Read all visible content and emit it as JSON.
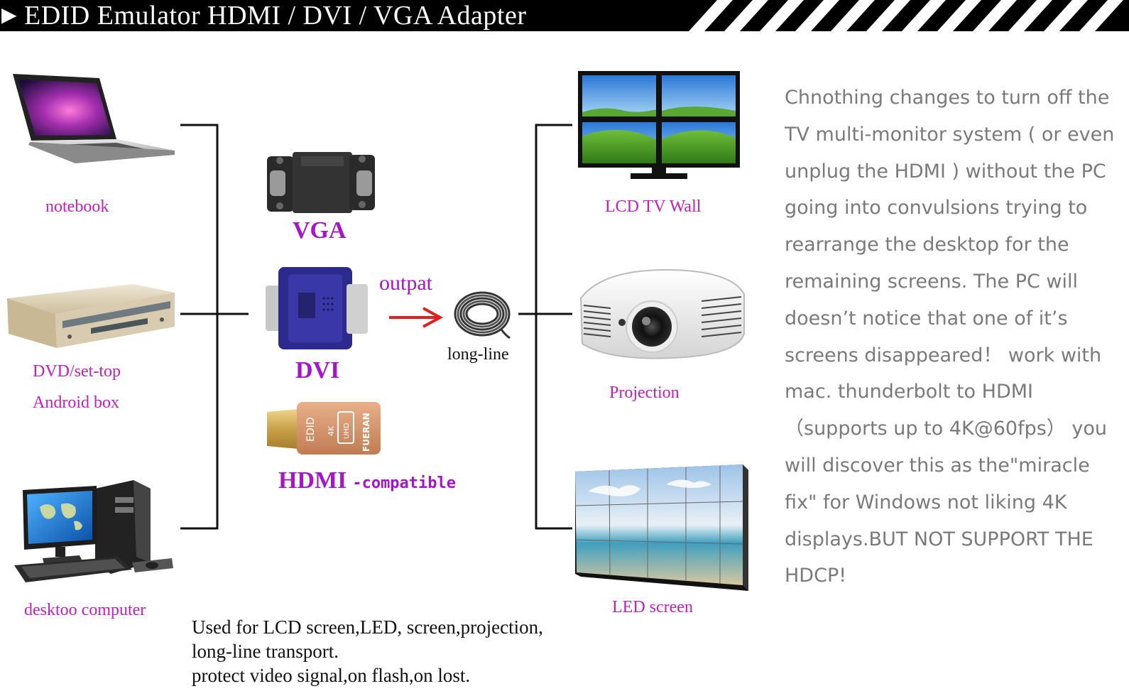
{
  "header": {
    "title": "EDID Emulator HDMI / DVI / VGA  Adapter",
    "arrow_icon": "play-triangle-icon"
  },
  "sources": [
    {
      "label": "notebook",
      "icon": "laptop-icon"
    },
    {
      "label_line1": "DVD/set-top",
      "label_line2": "Android box",
      "icon": "dvd-player-icon"
    },
    {
      "label": "desktoo computer",
      "icon": "desktop-computer-icon"
    }
  ],
  "adapters": {
    "vga": "VGA",
    "dvi": "DVI",
    "hdmi": "HDMI",
    "hdmi_suffix": "-compatible",
    "hdmi_plug_marks": [
      "EDID",
      "4K",
      "UHD",
      "FUERAN"
    ]
  },
  "transport": {
    "arrow_label": "outpat",
    "cable_label": "long-line",
    "arrow_color": "#e02020"
  },
  "displays": [
    {
      "label": "LCD TV Wall",
      "icon": "tv-wall-icon"
    },
    {
      "label": "Projection",
      "icon": "projector-icon"
    },
    {
      "label": "LED screen",
      "icon": "led-video-wall-icon"
    }
  ],
  "description": "Chnothing changes to turn off the TV multi-monitor system ( or even unplug the HDMI ) without the PC going into convulsions trying to rearrange the desktop for the remaining screens. The PC will doesn’t notice that one of it’s screens disappeared！ work with mac. thunderbolt to HDMI （supports up to 4K@60fps） you will discover this as the\"miracle fix\" for Windows not liking 4K displays.BUT NOT SUPPORT THE HDCP!",
  "usage": {
    "line1": "Used for LCD screen,LED,  screen,projection,",
    "line2": "long-line transport.",
    "line3": "protect video signal,on flash,on lost."
  },
  "colors": {
    "label_magenta": "#c020c0",
    "adapter_purple": "#a416c8",
    "description_gray": "#7a7a7a",
    "header_black": "#000000"
  }
}
